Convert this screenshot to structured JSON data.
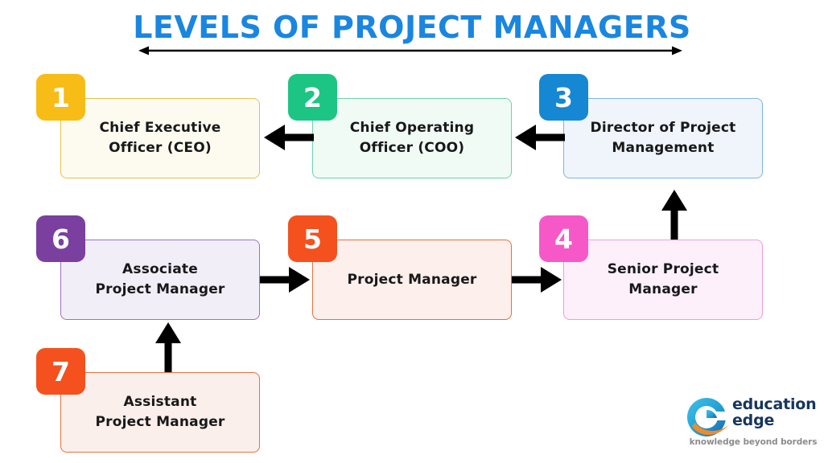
{
  "header": {
    "title": "LEVELS OF PROJECT MANAGERS",
    "title_color": "#1a86e0",
    "rule_icon": "double-headed-arrow"
  },
  "levels": [
    {
      "number": "1",
      "label": "Chief Executive\nOfficer (CEO)",
      "badge_color": "#F7BC16",
      "body_color": "#FDFBF0",
      "border_color": "#E8C04A"
    },
    {
      "number": "2",
      "label": "Chief Operating\nOfficer (COO)",
      "badge_color": "#1DC584",
      "body_color": "#F1FBF6",
      "border_color": "#6BD5AA"
    },
    {
      "number": "3",
      "label": "Director of Project\nManagement",
      "badge_color": "#1687D3",
      "body_color": "#EFF5FB",
      "border_color": "#79B7E4"
    },
    {
      "number": "4",
      "label": "Senior Project\nManager",
      "badge_color": "#F758C8",
      "body_color": "#FDF0FA",
      "border_color": "#F29BDC"
    },
    {
      "number": "5",
      "label": "Project Manager",
      "badge_color": "#F4511E",
      "body_color": "#FCEFEC",
      "border_color": "#E8713F"
    },
    {
      "number": "6",
      "label": "Associate\nProject Manager",
      "badge_color": "#7B3FA0",
      "body_color": "#F2EEF8",
      "border_color": "#9B72C0"
    },
    {
      "number": "7",
      "label": "Assistant\nProject Manager",
      "badge_color": "#F4511E",
      "body_color": "#FBEFEB",
      "border_color": "#E8713F"
    }
  ],
  "connectors": [
    {
      "name": "arrow-coo-to-ceo",
      "direction": "left"
    },
    {
      "name": "arrow-director-to-coo",
      "direction": "left"
    },
    {
      "name": "arrow-associate-to-pm",
      "direction": "right"
    },
    {
      "name": "arrow-pm-to-senior-pm",
      "direction": "right"
    },
    {
      "name": "arrow-senior-pm-to-director",
      "direction": "up"
    },
    {
      "name": "arrow-assistant-to-associate",
      "direction": "up"
    }
  ],
  "logo": {
    "name": "education-edge-logo",
    "line1": "education",
    "line2": "edge",
    "tagline": "knowledge beyond borders",
    "text_color": "#16355e",
    "tagline_color": "#8c8c8c",
    "mark_blue": "#2aa8d8",
    "mark_blue_dark": "#1b63a8",
    "mark_orange": "#f08b2a"
  }
}
